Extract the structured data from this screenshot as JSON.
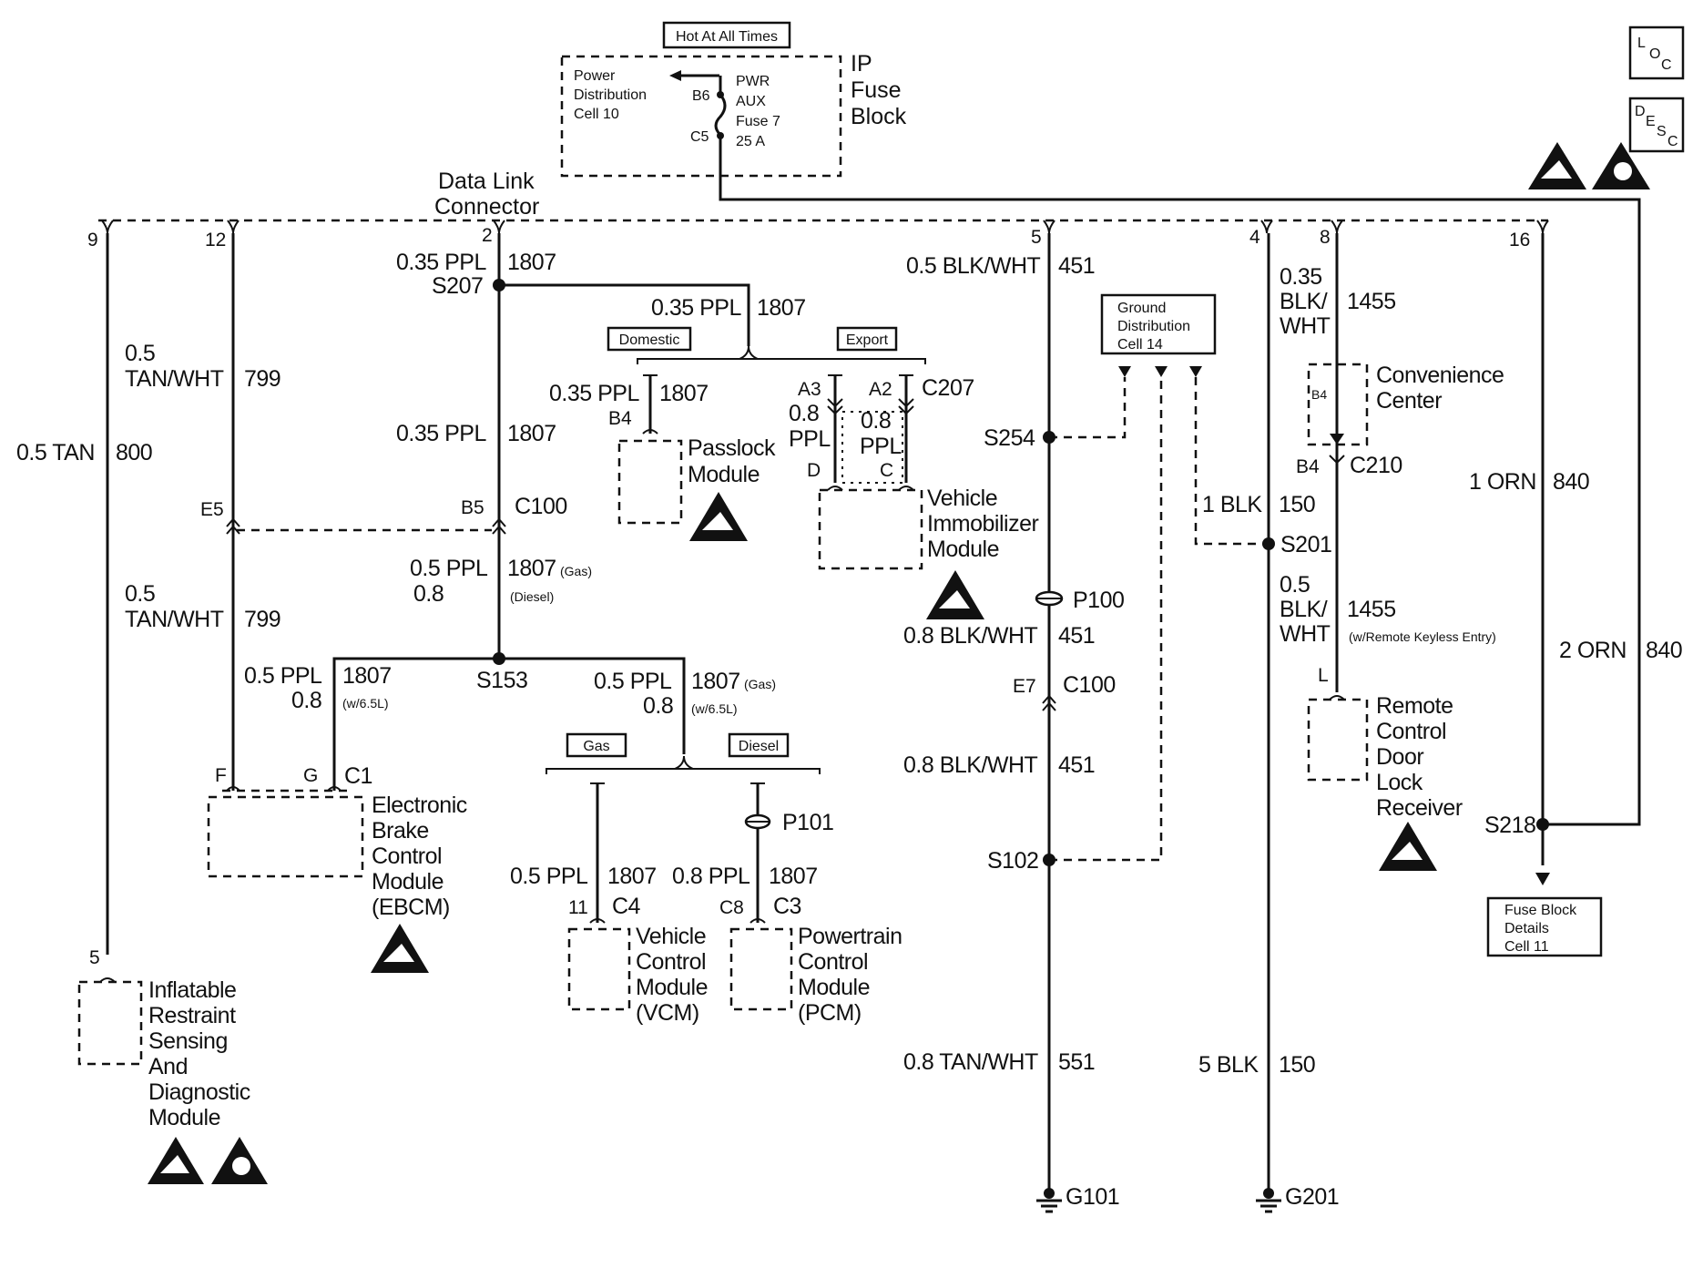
{
  "fuse_block": {
    "hot_label": "Hot At All Times",
    "title": [
      "IP",
      "Fuse",
      "Block"
    ],
    "pdc": [
      "Power",
      "Distribution",
      "Cell 10"
    ],
    "fuse": [
      "PWR",
      "AUX",
      "Fuse 7",
      "25 A"
    ],
    "pin_b6": "B6",
    "pin_c5": "C5"
  },
  "icons": {
    "loc": [
      "L",
      "O",
      "C"
    ],
    "desc": [
      "D",
      "E",
      "S",
      "C"
    ]
  },
  "dlc": {
    "title": [
      "Data Link",
      "Connector"
    ],
    "pins": [
      "9",
      "12",
      "2",
      "5",
      "4",
      "8",
      "16"
    ]
  },
  "col9": {
    "wire": "0.5 TAN",
    "circuit": "800",
    "pin": "5"
  },
  "col12": {
    "upper_size": "0.5",
    "upper_color": "TAN/WHT",
    "upper_circuit": "799",
    "pin_e5": "E5",
    "lower_size": "0.5",
    "lower_color": "TAN/WHT",
    "lower_circuit": "799"
  },
  "col2": {
    "top_wire": "0.35 PPL",
    "top_circuit": "1807",
    "splice_s207": "S207",
    "mid_wire": "0.35 PPL",
    "mid_circuit": "1807",
    "pin_b5": "B5",
    "conn_c100": "C100",
    "low_wire_1": "0.5 PPL",
    "low_circuit": "1807",
    "gas_note": "(Gas)",
    "low_wire_2": "0.8",
    "diesel_note": "(Diesel)",
    "splice_s153": "S153"
  },
  "passlock_branch": {
    "wire": "0.35 PPL",
    "circuit": "1807",
    "domestic": "Domestic",
    "export": "Export",
    "pl_wire": "0.35 PPL",
    "pl_circuit": "1807",
    "pin_b4": "B4",
    "passlock": [
      "Passlock",
      "Module"
    ],
    "pin_a3": "A3",
    "pin_a2": "A2",
    "conn_c207": "C207",
    "w08": "0.8",
    "ppl": "PPL",
    "w08b": "0.8",
    "pplb": "PPL",
    "pin_d": "D",
    "pin_c": "C",
    "vim": [
      "Vehicle",
      "Immobilizer",
      "Module"
    ]
  },
  "ebcm_branch": {
    "wire_1": "0.5 PPL",
    "circuit": "1807",
    "wire_2": "0.8",
    "note": "(w/6.5L)",
    "pin_f": "F",
    "pin_g": "G",
    "conn_c1": "C1",
    "ebcm": [
      "Electronic",
      "Brake",
      "Control",
      "Module",
      "(EBCM)"
    ]
  },
  "pcm_branch": {
    "wire_1": "0.5 PPL",
    "circuit": "1807",
    "gas_note": "(Gas)",
    "wire_2": "0.8",
    "note": "(w/6.5L)",
    "gas": "Gas",
    "diesel": "Diesel",
    "p101": "P101",
    "vcm_wire": "0.5 PPL",
    "vcm_circuit": "1807",
    "pcm_wire": "0.8 PPL",
    "pcm_circuit": "1807",
    "pin_11": "11",
    "conn_c4": "C4",
    "pin_c8": "C8",
    "conn_c3": "C3",
    "vcm": [
      "Vehicle",
      "Control",
      "Module",
      "(VCM)"
    ],
    "pcm": [
      "Powertrain",
      "Control",
      "Module",
      "(PCM)"
    ]
  },
  "inflatable": [
    "Inflatable",
    "Restraint",
    "Sensing",
    "And",
    "Diagnostic",
    "Module"
  ],
  "col5": {
    "w1": "0.5 BLK/WHT",
    "c1": "451",
    "gdc": [
      "Ground",
      "Distribution",
      "Cell 14"
    ],
    "s254": "S254",
    "p100": "P100",
    "w2": "0.8 BLK/WHT",
    "c2": "451",
    "pin_e7": "E7",
    "conn_c100": "C100",
    "w3": "0.8 BLK/WHT",
    "c3": "451",
    "s102": "S102",
    "w4": "0.8 TAN/WHT",
    "c4": "551",
    "g101": "G101"
  },
  "col4": {
    "w1": "1 BLK",
    "c1": "150",
    "s201": "S201",
    "w2": "5 BLK",
    "c2": "150",
    "g201": "G201"
  },
  "col8": {
    "size1": "0.35",
    "color1a": "BLK/",
    "color1b": "WHT",
    "c1": "1455",
    "conv": [
      "Convenience",
      "Center"
    ],
    "pin_b4_in": "B4",
    "pin_b4": "B4",
    "conn_c210": "C210",
    "size2": "0.5",
    "color2a": "BLK/",
    "color2b": "WHT",
    "c2": "1455",
    "note": "(w/Remote Keyless Entry)",
    "pin_l": "L",
    "rcdlr": [
      "Remote",
      "Control",
      "Door",
      "Lock",
      "Receiver"
    ]
  },
  "col16": {
    "w1": "1 ORN",
    "c1": "840",
    "w2": "2 ORN",
    "c2": "840",
    "s218": "S218",
    "fbd": [
      "Fuse Block",
      "Details",
      "Cell 11"
    ]
  }
}
